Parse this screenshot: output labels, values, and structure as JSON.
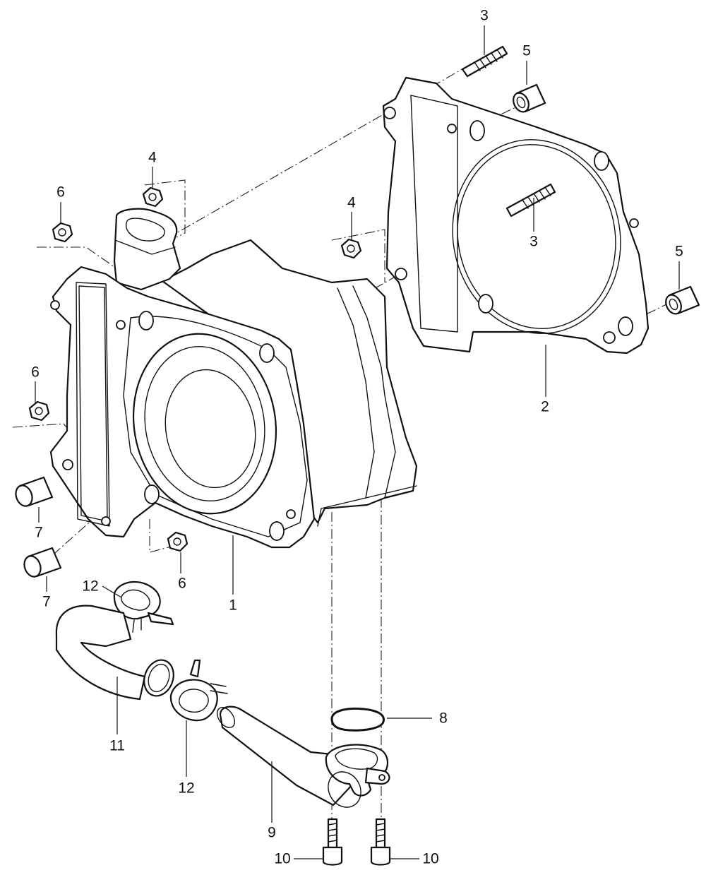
{
  "diagram": {
    "callouts": [
      {
        "id": "c3a",
        "label": "3"
      },
      {
        "id": "c5a",
        "label": "5"
      },
      {
        "id": "c4a",
        "label": "4"
      },
      {
        "id": "c6a",
        "label": "6"
      },
      {
        "id": "c4b",
        "label": "4"
      },
      {
        "id": "c3b",
        "label": "3"
      },
      {
        "id": "c5b",
        "label": "5"
      },
      {
        "id": "c6b",
        "label": "6"
      },
      {
        "id": "c2",
        "label": "2"
      },
      {
        "id": "c7a",
        "label": "7"
      },
      {
        "id": "c7b",
        "label": "7"
      },
      {
        "id": "c6c",
        "label": "6"
      },
      {
        "id": "c1",
        "label": "1"
      },
      {
        "id": "c12a",
        "label": "12"
      },
      {
        "id": "c8",
        "label": "8"
      },
      {
        "id": "c11",
        "label": "11"
      },
      {
        "id": "c12b",
        "label": "12"
      },
      {
        "id": "c9",
        "label": "9"
      },
      {
        "id": "c10a",
        "label": "10"
      },
      {
        "id": "c10b",
        "label": "10"
      }
    ]
  }
}
